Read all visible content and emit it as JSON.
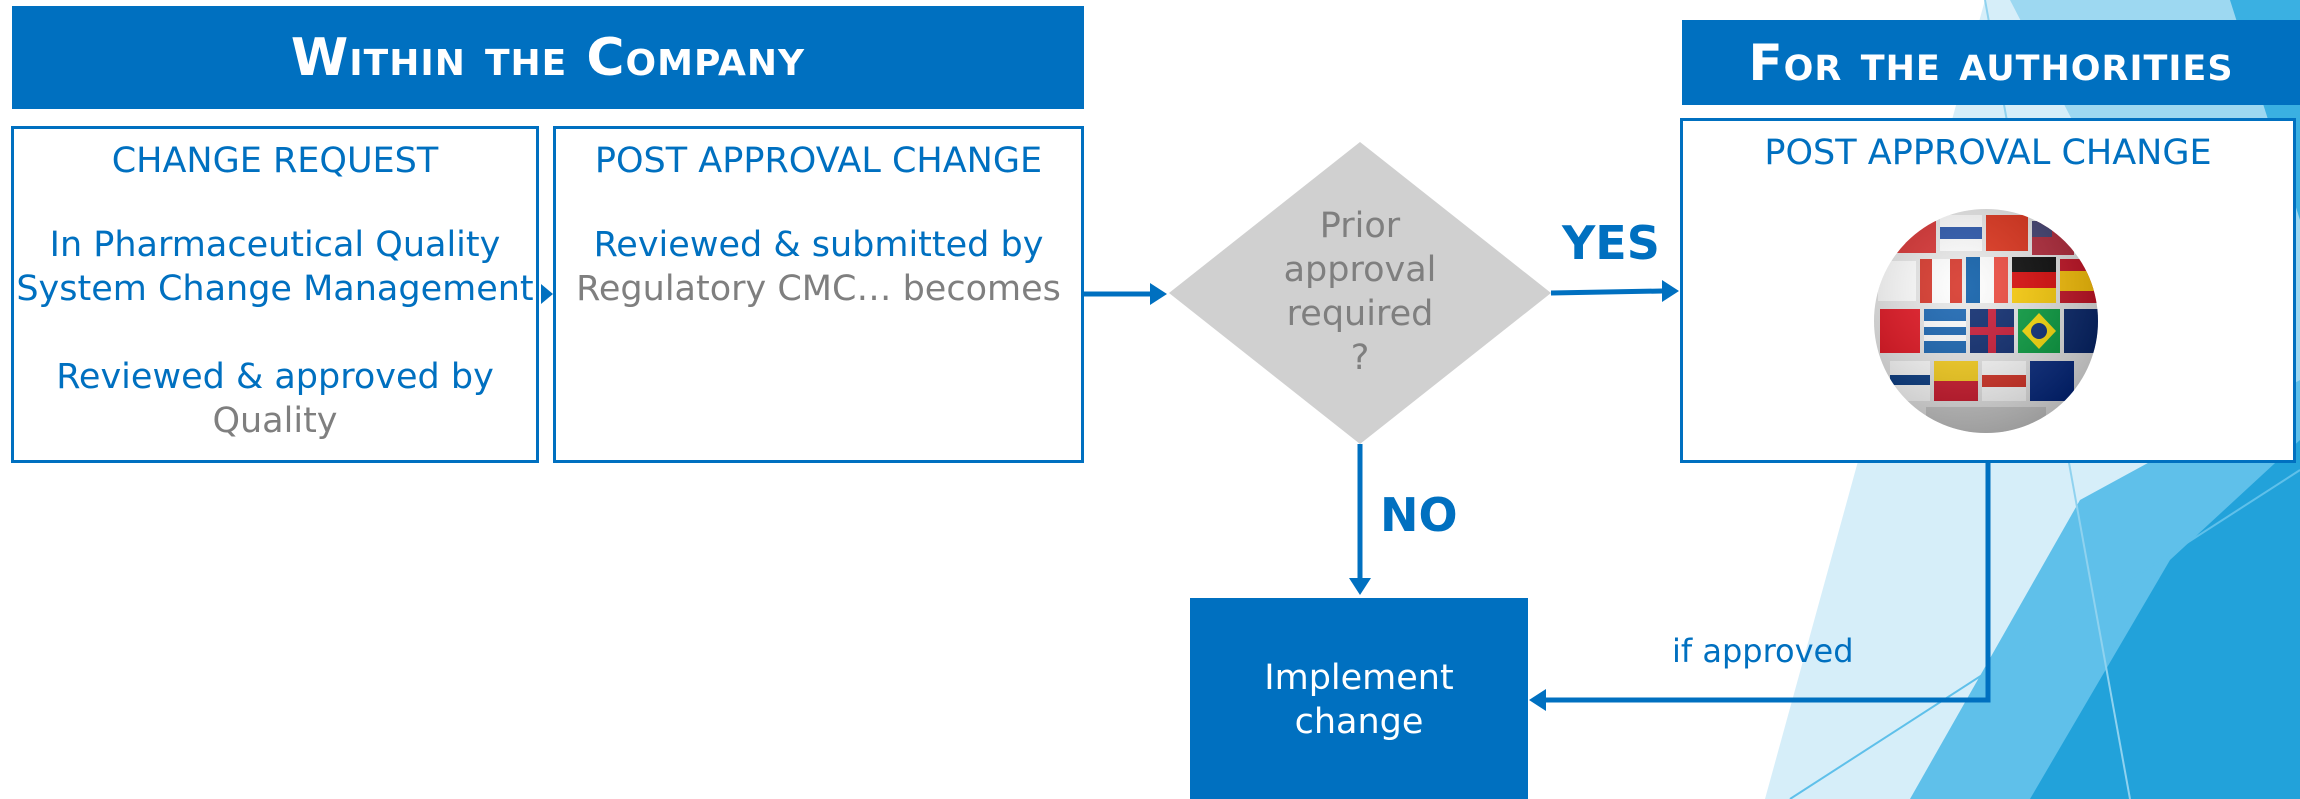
{
  "left_banner": {
    "title": "Within the Company"
  },
  "right_banner": {
    "title": "For the authorities"
  },
  "change_request_box": {
    "heading": "CHANGE REQUEST",
    "line1": "In Pharmaceutical Quality",
    "line2": "System Change Management",
    "line3": "Reviewed & approved by",
    "line4": "Quality"
  },
  "post_approval_box": {
    "heading": "POST APPROVAL CHANGE",
    "line1": "Reviewed & submitted by",
    "line2": "Regulatory CMC… becomes"
  },
  "decision": {
    "line1": "Prior",
    "line2": "approval",
    "line3": "required",
    "line4": "?"
  },
  "authority_box": {
    "heading": "POST APPROVAL CHANGE",
    "image_icon": "globe-of-flags-icon"
  },
  "yes_label": "YES",
  "no_label": "NO",
  "if_approved_label": "if approved",
  "implement_box": {
    "line1": "Implement",
    "line2": "change"
  },
  "colors": {
    "primary": "#0070c0",
    "diamond": "#d0d0d0",
    "gray_text": "#7f7f7f",
    "bg_light": "#c5e7f7",
    "bg_mid": "#63c2ea",
    "bg_dark": "#21a0d8"
  }
}
